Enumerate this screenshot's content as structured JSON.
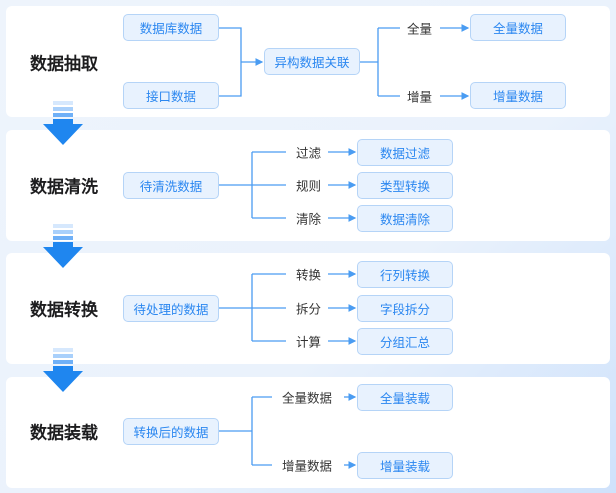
{
  "stages": [
    {
      "title": "数据抽取",
      "sources": [
        "数据库数据",
        "接口数据"
      ],
      "middle": "异构数据关联",
      "branches": [
        {
          "label": "全量",
          "result": "全量数据"
        },
        {
          "label": "增量",
          "result": "增量数据"
        }
      ]
    },
    {
      "title": "数据清洗",
      "input": "待清洗数据",
      "branches": [
        {
          "label": "过滤",
          "result": "数据过滤"
        },
        {
          "label": "规则",
          "result": "类型转换"
        },
        {
          "label": "清除",
          "result": "数据清除"
        }
      ]
    },
    {
      "title": "数据转换",
      "input": "待处理的数据",
      "branches": [
        {
          "label": "转换",
          "result": "行列转换"
        },
        {
          "label": "拆分",
          "result": "字段拆分"
        },
        {
          "label": "计算",
          "result": "分组汇总"
        }
      ]
    },
    {
      "title": "数据装载",
      "input": "转换后的数据",
      "branches": [
        {
          "label": "全量数据",
          "result": "全量装载"
        },
        {
          "label": "增量数据",
          "result": "增量装载"
        }
      ]
    }
  ],
  "colors": {
    "accent": "#2b87f0",
    "line": "#4a9cf2",
    "box_bg": "#e8f2fe"
  }
}
